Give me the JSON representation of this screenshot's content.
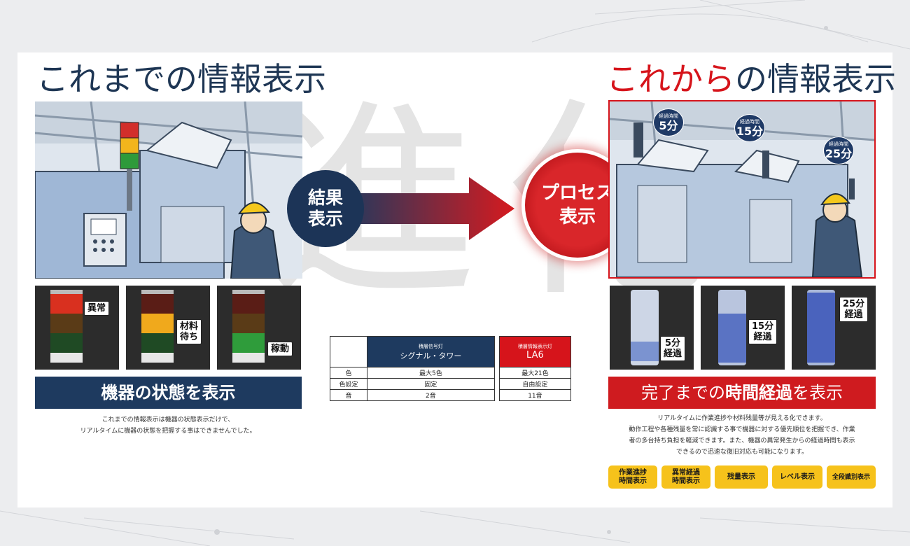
{
  "watermark": "進化",
  "left": {
    "title_main": "これまで",
    "title_rest": "の情報表示",
    "lamp_labels": [
      "異常",
      "材料\n待ち",
      "稼動"
    ],
    "banner": "機器の状態を表示",
    "note_lines": [
      "これまでの情報表示は機器の状態表示だけで、",
      "リアルタイムに機器の状態を把握する事はできませんでした。"
    ]
  },
  "center": {
    "result_label": "結果\n表示",
    "process_label": "プロセス\n表示"
  },
  "comparison": {
    "col1_sub": "積層信号灯",
    "col1_name": "シグナル・タワー",
    "col2_sub": "積層情報表示灯",
    "col2_name": "LA6",
    "rows": [
      {
        "label": "色",
        "col1": "最大5色",
        "col2": "最大21色"
      },
      {
        "label": "色設定",
        "col1": "固定",
        "col2": "自由設定"
      },
      {
        "label": "音",
        "col1": "2音",
        "col2": "11音"
      }
    ]
  },
  "right": {
    "title_main": "これから",
    "title_rest": "の情報表示",
    "bubble_caption": "経過時間",
    "bubbles": [
      "5分",
      "15分",
      "25分"
    ],
    "lamp_labels": [
      "5分\n経過",
      "15分\n経過",
      "25分\n経過"
    ],
    "banner_a": "完了までの",
    "banner_b": "時間経過",
    "banner_c": "を表示",
    "note_lines": [
      "リアルタイムに作業進捗や材料残量等が見える化できます。",
      "動作工程や各種残量を常に認識する事で機器に対する優先順位を把握でき、作業",
      "者の多台持ち負担を軽減できます。また、機器の異常発生からの経過時間も表示",
      "できるので迅速な復旧対応も可能になります。"
    ],
    "badges": [
      "作業進捗\n時間表示",
      "異常経過\n時間表示",
      "残量表示",
      "レベル表示",
      "全段識別表示"
    ]
  },
  "colors": {
    "navy": "#1e3654",
    "red": "#d6141b",
    "yellow": "#f6c21b",
    "banner_left": "#1e3a5f",
    "banner_right": "#cf1b1f"
  }
}
